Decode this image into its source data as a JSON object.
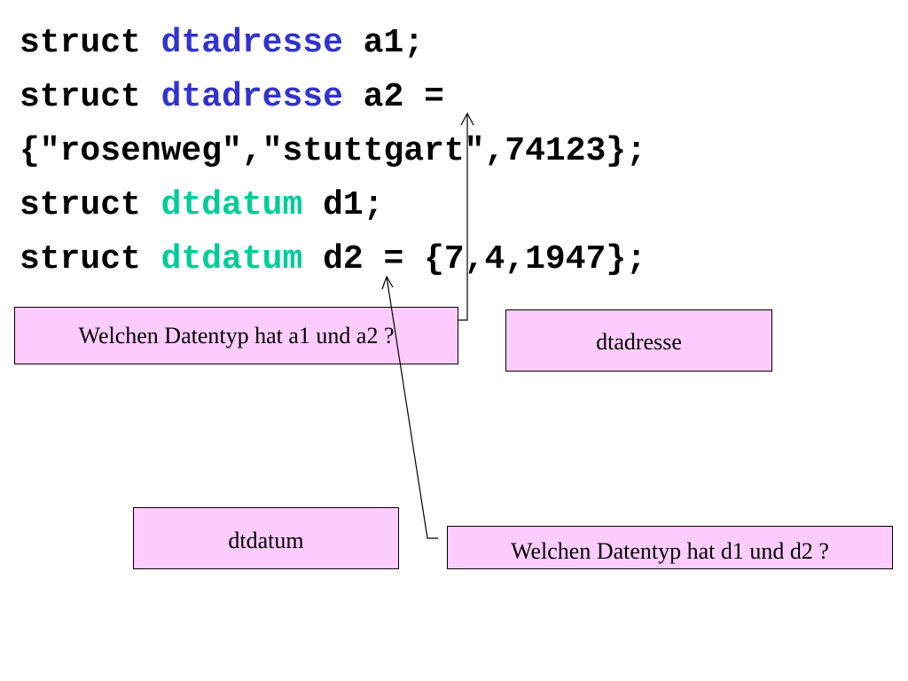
{
  "code": {
    "line1": {
      "keyword": "struct ",
      "type": "dtadresse",
      "rest": " a1;"
    },
    "line2": {
      "keyword": "struct ",
      "type": "dtadresse",
      "rest": " a2 ="
    },
    "line3": {
      "text": "{\"rosenweg\",\"stuttgart\",74123};"
    },
    "line4": {
      "keyword": "struct ",
      "type": "dtdatum",
      "rest": " d1;"
    },
    "line5": {
      "keyword": "struct ",
      "type": "dtdatum",
      "rest": " d2 = {7,4,1947};"
    }
  },
  "question_address": "Welchen Datentyp hat a1 und a2 ?",
  "answer_address": "dtadresse",
  "answer_date": "dtdatum",
  "question_date": "Welchen Datentyp hat d1 und d2 ?",
  "colors": {
    "box_fill": "#ffccff",
    "type_address": "#3333cc",
    "type_date": "#00cc99"
  }
}
